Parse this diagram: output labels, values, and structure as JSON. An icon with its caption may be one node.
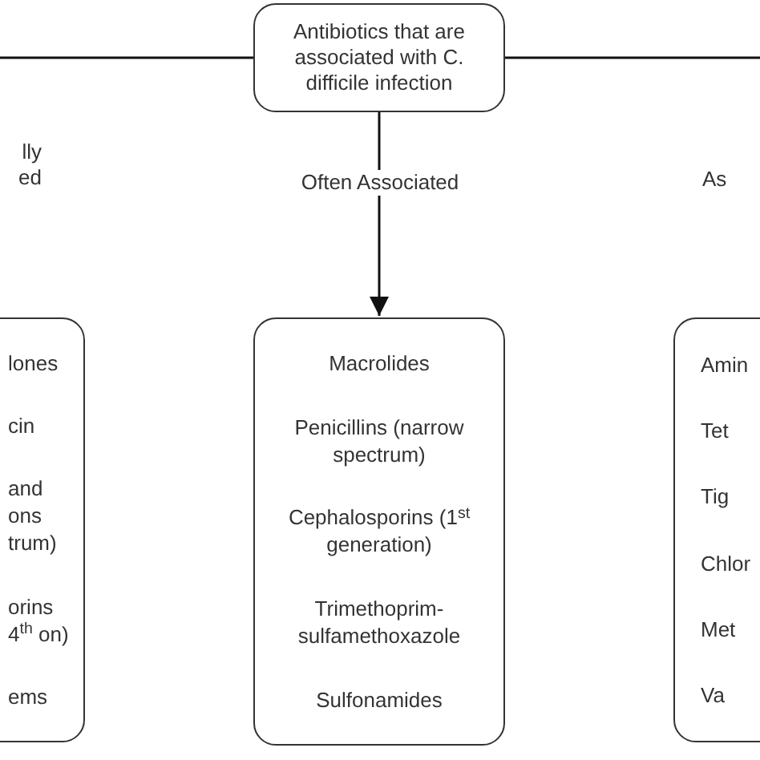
{
  "diagram": {
    "nodes": [
      {
        "text": [
          "Antibiotics that are associated with C. difficile infection"
        ]
      },
      {
        "text": [
          "lones",
          "cin",
          "and ons trum)",
          "orins 4$^{th}$ on)",
          "ems"
        ]
      },
      {
        "text": [
          "Macrolides",
          "Penicillins (narrow spectrum)",
          "Cephalosporins (1$^{st}$ generation)",
          "Trimethoprim-sulfamethoxazole",
          "Sulfonamides"
        ]
      },
      {
        "text": [
          "Amin",
          "Tet",
          "Tig",
          "Chlor",
          "Met",
          "Va"
        ]
      }
    ],
    "edges": [
      {
        "from": 0,
        "to": 1,
        "arrow": "to",
        "label": "lly ed"
      },
      {
        "from": 0,
        "to": 2,
        "arrow": "to",
        "label": "Often Associated"
      },
      {
        "from": 0,
        "to": 3,
        "arrow": "to",
        "label": "As"
      }
    ]
  }
}
